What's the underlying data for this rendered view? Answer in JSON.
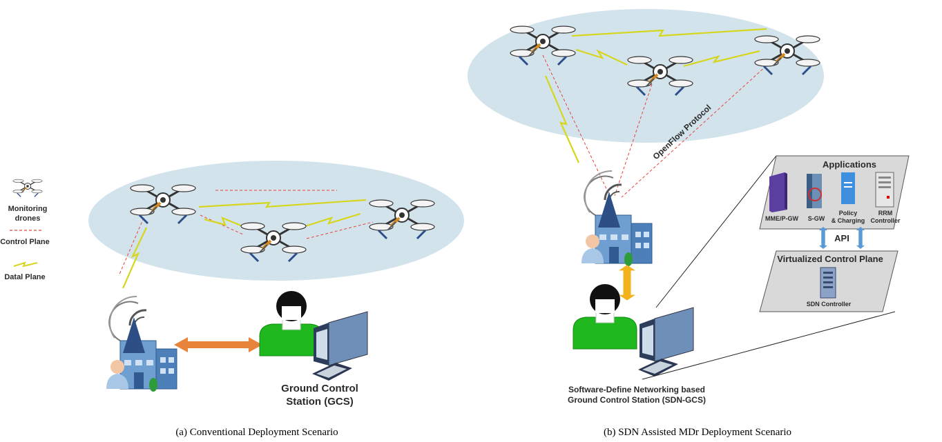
{
  "legend": {
    "drones_label_1": "Monitoring",
    "drones_label_2": "drones",
    "control_plane_label": "Control Plane",
    "data_plane_label": "Datal Plane"
  },
  "left_panel": {
    "gcs_label_1": "Ground Control",
    "gcs_label_2": "Station (GCS)",
    "caption": "(a) Conventional Deployment Scenario"
  },
  "right_panel": {
    "openflow_label": "OpenFlow Protocol",
    "sdn_gcs_label_1": "Software-Define Networking based",
    "sdn_gcs_label_2": "Ground Control Station (SDN-GCS)",
    "caption": "(b) SDN Assisted MDr Deployment Scenario",
    "applications_title": "Applications",
    "apps": {
      "mme": "MME/P-GW",
      "sgw": "S-GW",
      "policy_1": "Policy",
      "policy_2": "& Charging",
      "rrm_1": "RRM",
      "rrm_2": "Controller"
    },
    "api_label": "API",
    "control_plane_title": "Virtualized Control Plane",
    "sdn_controller_label": "SDN Controller"
  },
  "colors": {
    "sky": "#d2e3ec",
    "control_line": "#e8423b",
    "data_bolt": "#d6d61c",
    "arrow_orange": "#e8833a",
    "arrow_yellow": "#f2b21b",
    "arrow_blue": "#5b9bd5",
    "operator_green": "#1fb81f"
  }
}
